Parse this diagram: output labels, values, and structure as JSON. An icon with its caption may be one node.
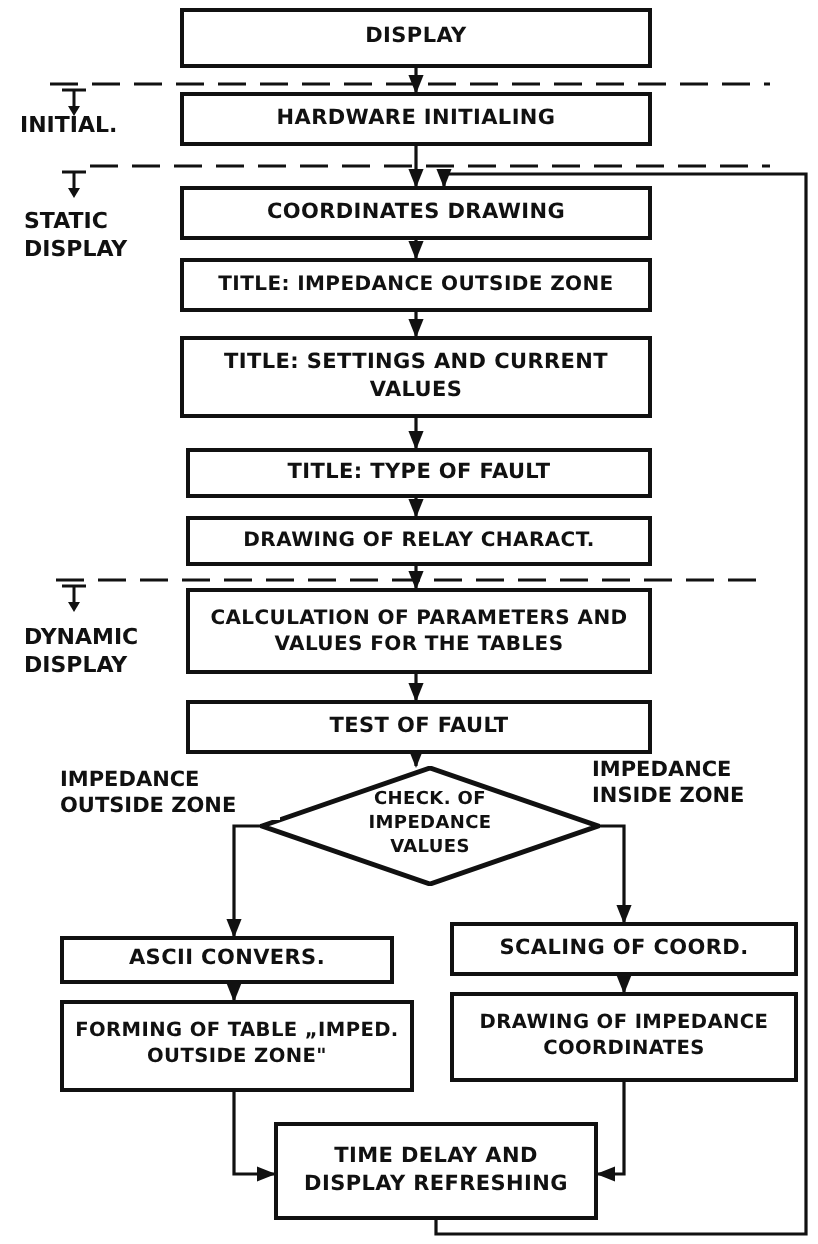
{
  "diagram": {
    "nodes": [
      {
        "text": [
          "DISPLAY"
        ]
      },
      {
        "text": [
          "HARDWARE INITIALING"
        ]
      },
      {
        "text": [
          "COORDINATES DRAWING"
        ]
      },
      {
        "text": [
          "TITLE: IMPEDANCE OUTSIDE ZONE"
        ]
      },
      {
        "text": [
          "TITLE: SETTINGS AND CURRENT VALUES"
        ]
      },
      {
        "text": [
          "TITLE: TYPE OF FAULT"
        ]
      },
      {
        "text": [
          "DRAWING OF RELAY CHARACT."
        ]
      },
      {
        "text": [
          "CALCULATION OF PARAMETERS AND VALUES FOR THE TABLES"
        ]
      },
      {
        "text": [
          "TEST OF FAULT"
        ]
      },
      {
        "text": [
          "CHECK. OF IMPEDANCE VALUES"
        ]
      },
      {
        "text": [
          "ASCII CONVERS."
        ]
      },
      {
        "text": [
          "FORMING OF TABLE „IMPED. OUTSIDE ZONE\""
        ]
      },
      {
        "text": [
          "SCALING OF COORD."
        ]
      },
      {
        "text": [
          "DRAWING OF IMPEDANCE COORDINATES"
        ]
      },
      {
        "text": [
          "TIME DELAY AND DISPLAY REFRESHING"
        ]
      }
    ],
    "edges": [
      {
        "from": 0,
        "to": 1,
        "arrow": "to"
      },
      {
        "from": 1,
        "to": 2,
        "arrow": "to"
      },
      {
        "from": 2,
        "to": 3,
        "arrow": "to"
      },
      {
        "from": 3,
        "to": 4,
        "arrow": "to"
      },
      {
        "from": 4,
        "to": 5,
        "arrow": "to"
      },
      {
        "from": 5,
        "to": 6,
        "arrow": "to"
      },
      {
        "from": 6,
        "to": 7,
        "arrow": "to"
      },
      {
        "from": 7,
        "to": 8,
        "arrow": "to"
      },
      {
        "from": 8,
        "to": 9,
        "arrow": "to"
      },
      {
        "from": 9,
        "to": 10,
        "arrow": "to",
        "label": "IMPEDANCE OUTSIDE ZONE"
      },
      {
        "from": 9,
        "to": 12,
        "arrow": "to",
        "label": "IMPEDANCE INSIDE ZONE"
      },
      {
        "from": 10,
        "to": 11,
        "arrow": "to"
      },
      {
        "from": 12,
        "to": 13,
        "arrow": "to"
      },
      {
        "from": 11,
        "to": 14,
        "arrow": "to"
      },
      {
        "from": 13,
        "to": 14,
        "arrow": "to"
      },
      {
        "from": 14,
        "to": 2,
        "arrow": "to"
      }
    ],
    "labels": [
      "INITIAL.",
      "STATIC DISPLAY",
      "DYNAMIC DISPLAY"
    ]
  }
}
